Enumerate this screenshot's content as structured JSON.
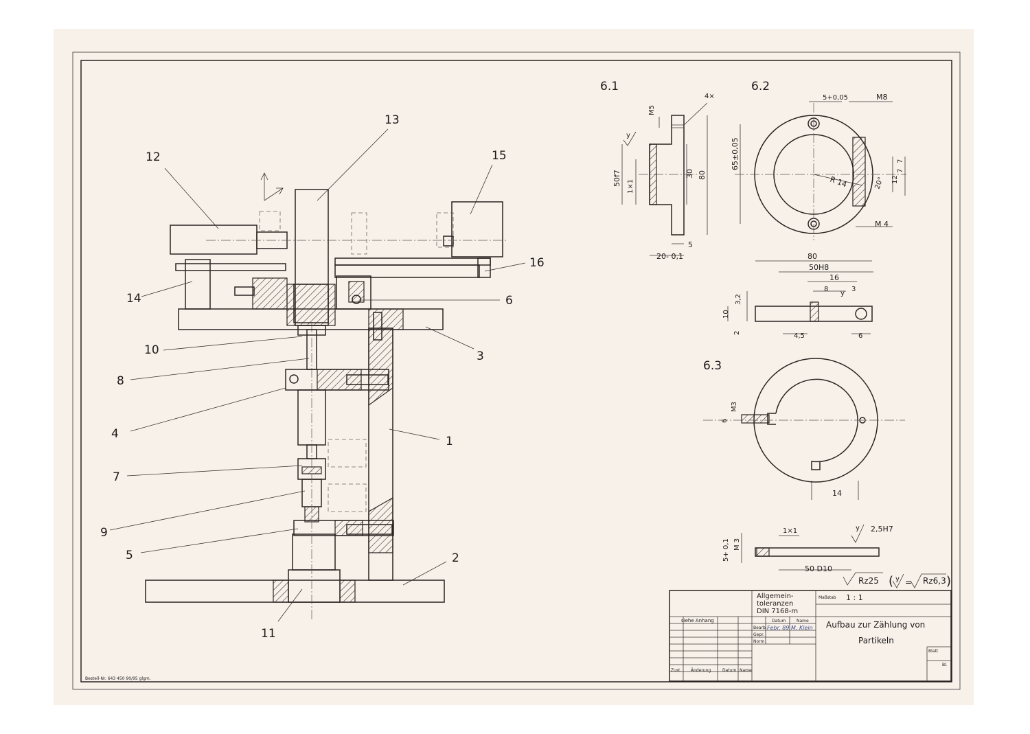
{
  "drawing": {
    "callouts": [
      "1",
      "2",
      "3",
      "4",
      "5",
      "6",
      "7",
      "8",
      "9",
      "10",
      "11",
      "12",
      "13",
      "14",
      "15",
      "16"
    ],
    "views": {
      "v61": "6.1",
      "v62": "6.2",
      "v63": "6.3"
    },
    "dims_61": {
      "m5": "M5",
      "four_x": "4×",
      "y": "y",
      "d50": "50f7",
      "ch": "1×1",
      "d30": "30",
      "d80": "80",
      "w20": "20- 0,1",
      "w5": "5"
    },
    "dims_62": {
      "slot": "5+0,05",
      "m8": "M8",
      "d65": "65±0,05",
      "r14": "R 14",
      "ang": "20°",
      "a7": "7",
      "b7": "7",
      "c12": "12",
      "m4": "M 4",
      "l80": "80",
      "l50": "50H8",
      "l16": "16",
      "l8": "8",
      "l3": "3",
      "y": "y",
      "h10": "10",
      "h32": "3,2",
      "h2": "2",
      "l45": "4,5",
      "l6": "6"
    },
    "dims_63": {
      "m3": "M3",
      "d6": "6",
      "w14": "14",
      "h5": "5+ 0,1",
      "m3b": "M 3",
      "ch": "1×1",
      "y": "y",
      "h25": "2,5H7",
      "d50": "50 D10"
    },
    "surface": {
      "main": "Rz25",
      "y": "y",
      "eq": "=",
      "rz": "Rz6,3"
    }
  },
  "title_block": {
    "tol_line1": "Allgemein-",
    "tol_line2": "toleranzen",
    "tol_line3": "DIN 7168-m",
    "scale_label": "Maßstab",
    "scale_value": "1 : 1",
    "date_col": "Datum",
    "name_col": "Name",
    "bearb": "Bearb.",
    "gepr": "Gepr.",
    "norm": "Norm",
    "bearb_date": "Febr. 89",
    "bearb_name": "M. Klein",
    "siehe": "siehe Anhang",
    "title_line1": "Aufbau  zur  Zählung  von",
    "title_line2": "Partikeln",
    "blatt": "Blatt",
    "bl": "Bl.",
    "zust": "Zust.",
    "aend": "Änderung",
    "datum": "Datum",
    "name": "Name"
  },
  "order_note": "Bestell-Nr. 643 450 90/95 glgm.",
  "colors": {
    "paper": "#f7f1ea",
    "ink": "#2a2320"
  }
}
